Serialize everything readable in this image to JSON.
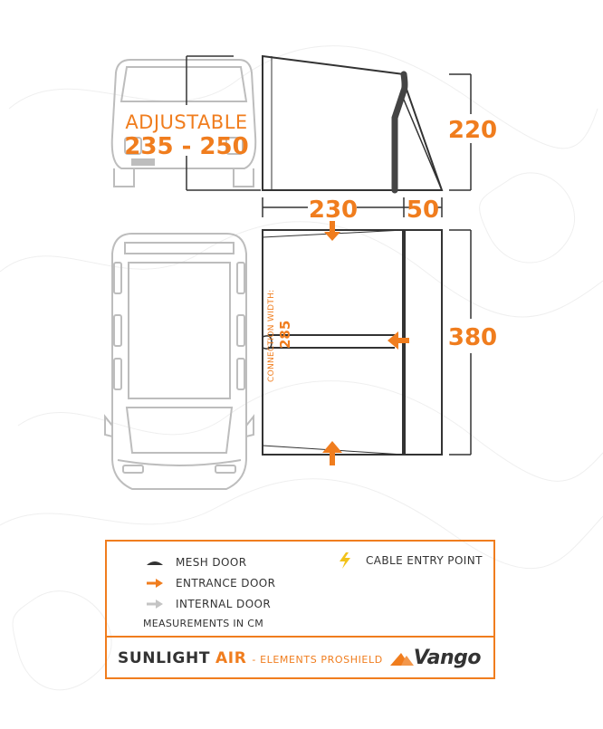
{
  "dimensions": {
    "adjustable_label": "ADJUSTABLE",
    "adjustable_range": "235 - 250",
    "height": "220",
    "depth": "230",
    "porch": "50",
    "width": "380",
    "connection_label": "CONNECTION WIDTH:",
    "connection_value": "285"
  },
  "legend": {
    "mesh_door": "MESH DOOR",
    "entrance_door": "ENTRANCE DOOR",
    "internal_door": "INTERNAL DOOR",
    "cable_entry": "CABLE ENTRY POINT",
    "measurements": "MEASUREMENTS IN CM"
  },
  "product": {
    "name": "SUNLIGHT",
    "accent": "AIR",
    "subtitle": "- ELEMENTS PROSHIELD"
  },
  "brand": {
    "logo_text": "Vango"
  },
  "colors": {
    "accent": "#f07d1e",
    "line": "#333333",
    "van": "#bdbdbd"
  },
  "icons": [
    "mesh-door-icon",
    "entrance-door-arrow-icon",
    "internal-door-arrow-icon",
    "cable-entry-bolt-icon",
    "vango-logo-icon"
  ]
}
